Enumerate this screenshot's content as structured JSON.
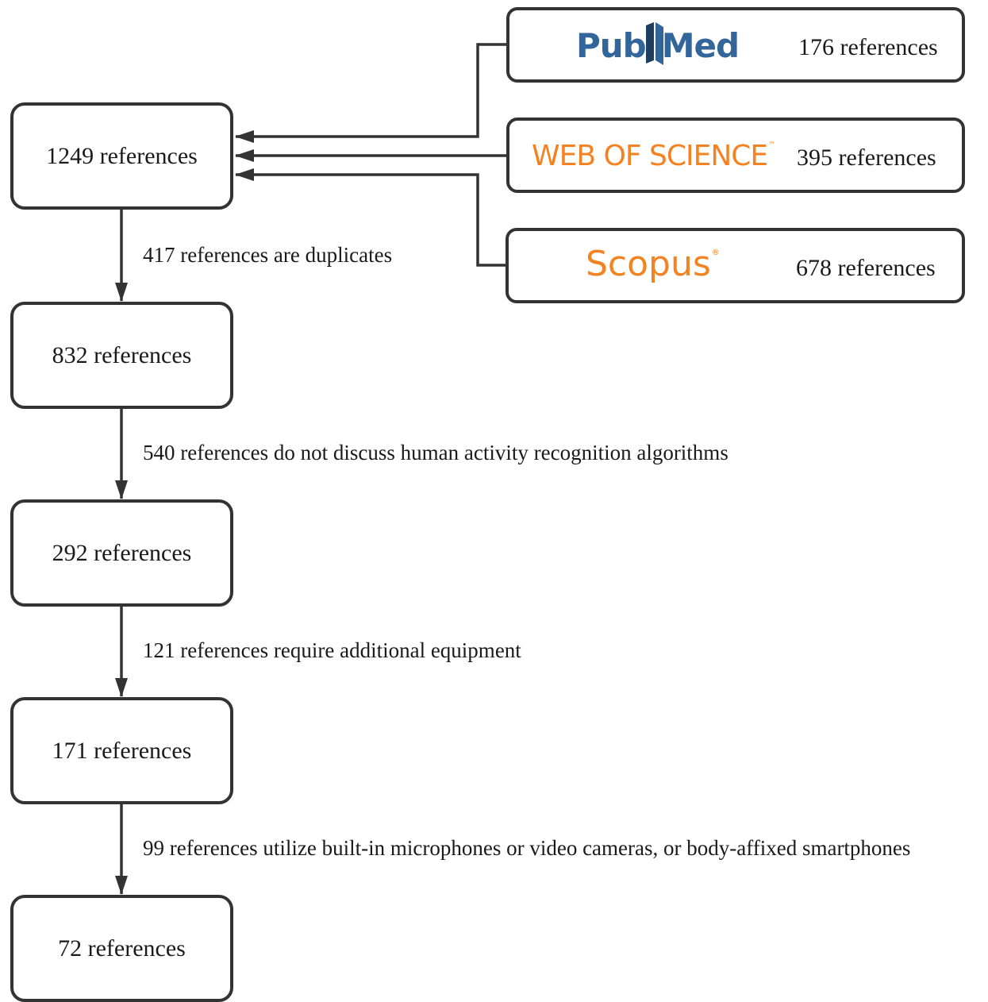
{
  "colors": {
    "line": "#333333",
    "pubmed_blue": "#326599",
    "orange": "#f58220"
  },
  "sources": [
    {
      "logo": "PubMed",
      "icon": "pubmed-logo",
      "count": "176 references"
    },
    {
      "logo": "WEB OF SCIENCE",
      "icon": "web-of-science-logo",
      "count": "395 references"
    },
    {
      "logo": "Scopus",
      "icon": "scopus-logo",
      "count": "678 references"
    }
  ],
  "pubmed_parts": {
    "pub": "Pub",
    "med": "Med"
  },
  "stages": [
    {
      "count": "1249 references"
    },
    {
      "count": "832 references"
    },
    {
      "count": "292 references"
    },
    {
      "count": "171 references"
    },
    {
      "count": "72 references"
    }
  ],
  "exclusions": [
    "417 references are duplicates",
    "540 references do not discuss human activity recognition algorithms",
    "121 references require additional equipment",
    "99 references utilize built-in microphones or video cameras, or body-affixed smartphones"
  ]
}
